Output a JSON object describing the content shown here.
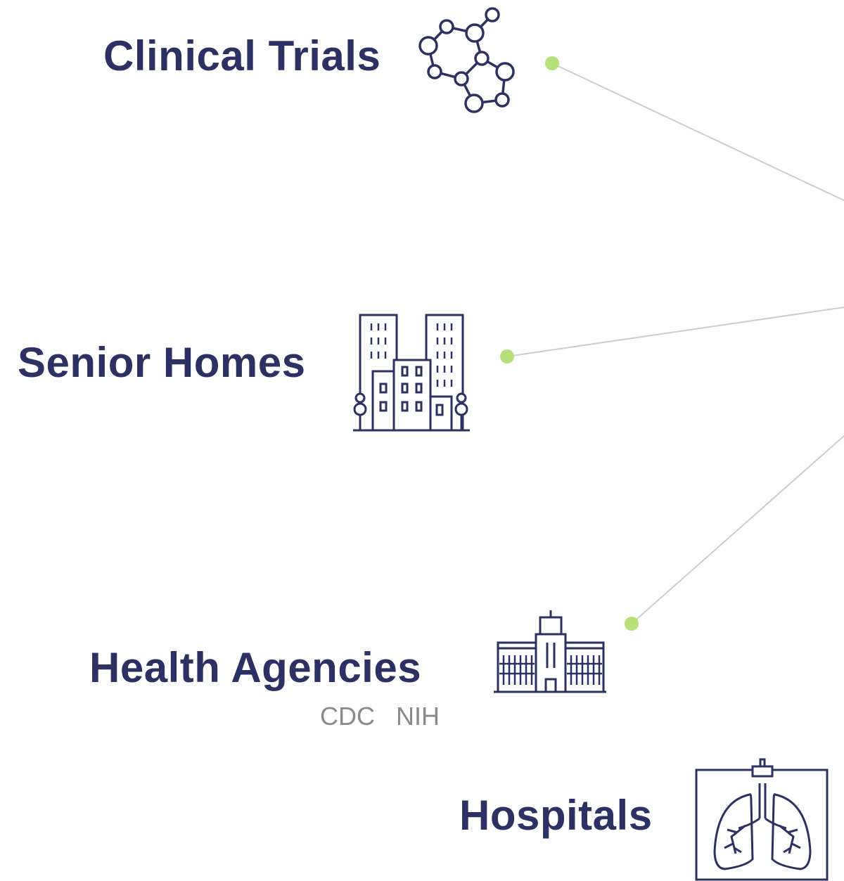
{
  "nodes": [
    {
      "label": "Clinical Trials",
      "icon": "molecule-icon"
    },
    {
      "label": "Senior Homes",
      "icon": "buildings-icon"
    },
    {
      "label": "Health Agencies",
      "icon": "government-building-icon",
      "sublabels": [
        "CDC",
        "NIH"
      ]
    },
    {
      "label": "Hospitals",
      "icon": "lungs-xray-icon"
    }
  ],
  "colors": {
    "text": "#2b3163",
    "connector_dot": "#b8e07a",
    "connector_line": "#cccccc",
    "sublabel": "#8a8a8a"
  }
}
